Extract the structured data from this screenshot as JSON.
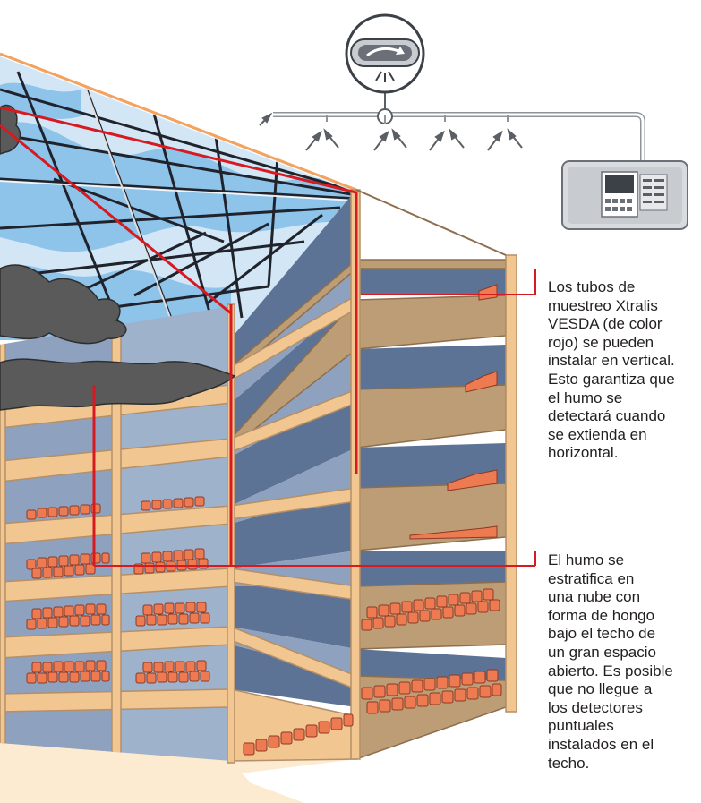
{
  "captions": {
    "pipes": {
      "lines": [
        "Los tubos de",
        "muestreo Xtralis",
        "VESDA (de color",
        "rojo) se pueden",
        "instalar en vertical.",
        "Esto garantiza que",
        "el humo se",
        "detectará cuando",
        "se extienda en",
        "horizontal."
      ]
    },
    "smoke": {
      "lines": [
        "El humo se",
        "estratifica en",
        "una nube con",
        "forma de hongo",
        "bajo el techo de",
        "un gran espacio",
        "abierto. Es posible",
        "que no llegue a",
        "los detectores",
        "puntuales",
        "instalados en el",
        "techo."
      ]
    }
  },
  "colors": {
    "pipe_red": "#d71920",
    "wall_back": "#5d7396",
    "wall_back_light": "#9fb2cc",
    "beam": "#f2c690",
    "beam_dark": "#b48f67",
    "seat": "#ee7a52",
    "seat_dark": "#8a3a24",
    "glass": "#cfe4f5",
    "sky": "#8ec3ea",
    "smoke": "#5a5a5a",
    "roof_edge": "#f3a25f",
    "detector_body": "#c8cbcf",
    "floor": "#fdebd1"
  },
  "icons": {
    "detector": "vesda-detector-icon",
    "magnifier": "magnified-pipe-icon",
    "smoke": "smoke-cloud-icon",
    "seats": "seat-row-icon"
  }
}
